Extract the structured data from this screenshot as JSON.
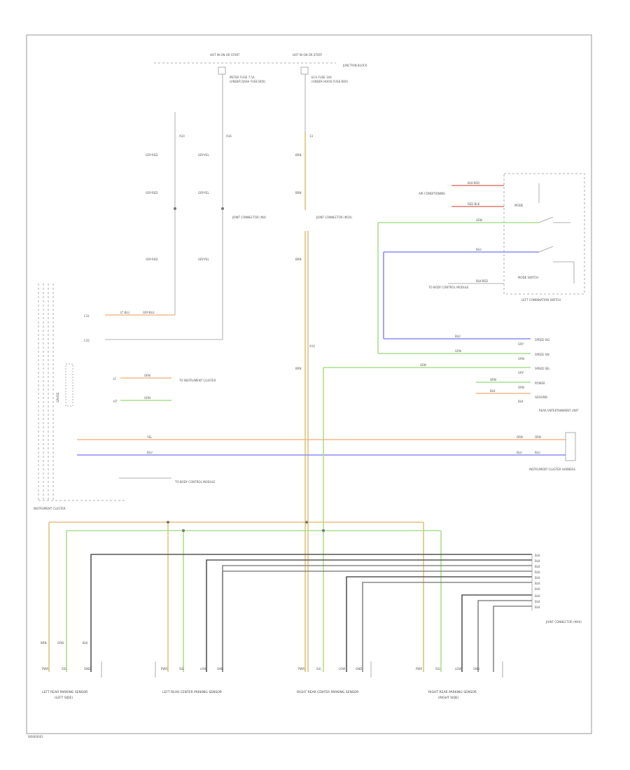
{
  "page": {
    "footer_code": "W0000001",
    "background": "#ffffff"
  },
  "colors": {
    "black_wire": "#555555",
    "gray_wire": "#888888",
    "orange_wire": "#f2b98a",
    "yellow_wire": "#e3c27a",
    "green_wire": "#a9df8e",
    "blue_wire": "#8c8cf2",
    "red_wire": "#e07a6a",
    "frame": "#999999"
  },
  "top": {
    "hot_left": "HOT IN ON OR START",
    "hot_right": "HOT IN ON OR START",
    "fuse_left": "METER FUSE 7.5A",
    "fuse_left_note": "(UNDER DASH FUSE BOX)",
    "fuse_right": "ECU FUSE 10A",
    "fuse_right_note": "(UNDER HOOD FUSE BOX)",
    "junction": "JUNCTION BLOCK"
  },
  "left_column": {
    "wire1": "GRY-RED",
    "wire2": "GRY-RED",
    "wire3": "GRY-RED",
    "wire4": "GRY-YEL",
    "wire5": "GRY-YEL",
    "wire6": "GRY-YEL",
    "pin_a": "A10",
    "pin_b": "A16",
    "connector_note": "JOINT CONNECTOR (M4)"
  },
  "center_column": {
    "wire1": "BRN",
    "wire2": "BRN",
    "wire3": "BRN",
    "wire4": "BRN",
    "pin_a": "13",
    "pin_b": "A14",
    "connector_note": "JOINT CONNECTOR (M19)"
  },
  "cluster": {
    "label": "INSTRUMENT CLUSTER",
    "gauge_label": "GAUGE",
    "pin1": "C31",
    "pin2": "C32",
    "wire_a": "LT BLU",
    "wire_b": "GRY-BLU",
    "pin3": "LT",
    "pin4": "HT",
    "wire_c": "ORN",
    "wire_d": "GRN",
    "wire_e": "YEL",
    "wire_f": "BLU",
    "ground_note": "TO INSTRUMENT CLUSTER",
    "ground_note2": "TO BODY CONTROL MODULE"
  },
  "switch": {
    "label": "LEFT COMBINATION SWITCH",
    "box_label": "MODE",
    "wire1": "BLK-RED",
    "wire2": "RED-BLK",
    "wire3": "GRN",
    "wire4": "BLU",
    "wire5": "BLK-RED",
    "note1": "AIR CONDITIONING",
    "note2": "TO BODY CONTROL MODULE",
    "sub_switch": "MODE SWITCH"
  },
  "right_connector": {
    "label": "REAR ENTERTAINMENT UNIT",
    "pins": [
      "GRY",
      "GRN",
      "GRY",
      "ORN",
      "BLK"
    ],
    "wires": [
      "BLU",
      "GRN",
      "GRN",
      "ORN",
      "BLK"
    ],
    "signals": [
      "SPEED SIG",
      "SPEED SW",
      "SPEED SEL",
      "POWER",
      "GROUND"
    ]
  },
  "instrument_conn": {
    "label": "INSTRUMENT CLUSTER HARNESS",
    "pin1": "ORN",
    "pin2": "BLU",
    "wire1": "ORN",
    "wire2": "BLU"
  },
  "bottom": {
    "wire_label_left": "BRN",
    "joint_note": "JOINT CONNECTOR (M40)",
    "ground_lines": [
      "BLK",
      "BLK",
      "BLK",
      "BLK",
      "BLK",
      "BLK",
      "BLK",
      "BLK",
      "BLK",
      "BLK"
    ],
    "sensors": [
      {
        "label": "LEFT REAR PARKING SENSOR",
        "sub": "(LEFT SIDE)",
        "pins": [
          "PWR",
          "SIG",
          "GND"
        ]
      },
      {
        "label": "LEFT REAR CENTER PARKING SENSOR",
        "sub": "",
        "pins": [
          "PWR",
          "SIG",
          "LOW",
          "GND"
        ]
      },
      {
        "label": "RIGHT REAR CENTER PARKING SENSOR",
        "sub": "",
        "pins": [
          "PWR",
          "SIG",
          "LOW",
          "GND"
        ]
      },
      {
        "label": "RIGHT REAR PARKING SENSOR",
        "sub": "(RIGHT SIDE)",
        "pins": [
          "PWR",
          "SIG",
          "LOW",
          "GND"
        ]
      }
    ],
    "sensor_wire_labels": [
      "BRN",
      "GRN",
      "BLK"
    ]
  }
}
